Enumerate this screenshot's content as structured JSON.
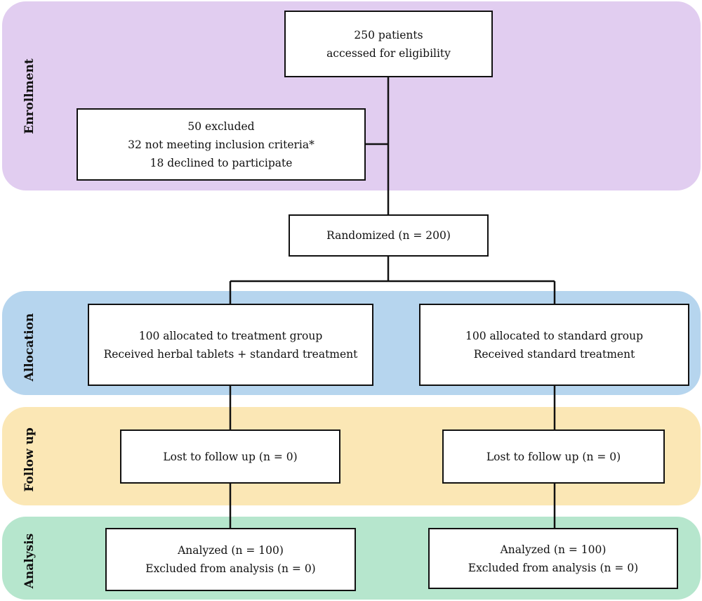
{
  "stages": {
    "enrollment": "Enrollment",
    "allocation": "Allocation",
    "follow_up": "Follow up",
    "analysis": "Analysis"
  },
  "colors": {
    "enrollment": "#e1cdf0",
    "allocation": "#b6d5ee",
    "follow_up": "#fbe7b5",
    "analysis": "#b6e6cd",
    "stroke": "#111111"
  },
  "boxes": {
    "eligibility": {
      "line1": "250 patients",
      "line2": "accessed for eligibility"
    },
    "excluded": {
      "line1": "50 excluded",
      "line2": "32 not meeting inclusion criteria*",
      "line3": "18 declined to participate"
    },
    "randomized": {
      "line1": "Randomized (n = 200)"
    },
    "treatment_allocation": {
      "line1": "100 allocated to treatment group",
      "line2": "Received herbal tablets + standard treatment"
    },
    "standard_allocation": {
      "line1": "100 allocated to standard group",
      "line2": "Received standard treatment"
    },
    "treatment_followup": {
      "line1": "Lost to follow up (n = 0)"
    },
    "standard_followup": {
      "line1": "Lost to follow up (n = 0)"
    },
    "treatment_analysis": {
      "line1": "Analyzed (n = 100)",
      "line2": "Excluded from analysis (n = 0)"
    },
    "standard_analysis": {
      "line1": "Analyzed (n = 100)",
      "line2": "Excluded from analysis (n = 0)"
    }
  }
}
